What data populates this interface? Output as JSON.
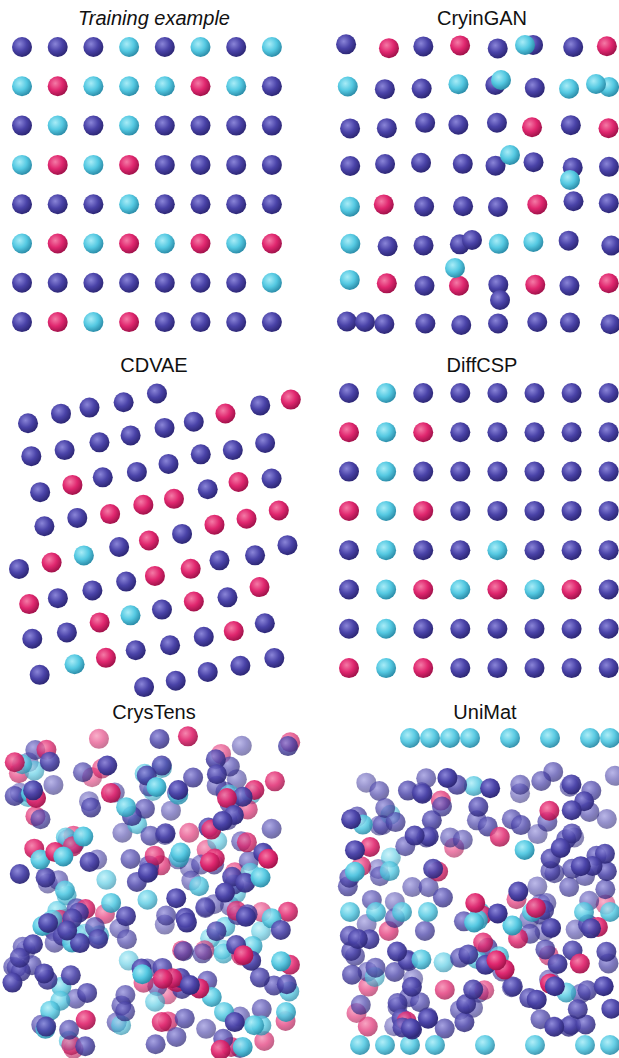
{
  "diagram": {
    "labels": [
      "Training example",
      "CryinGAN",
      "CDVAE",
      "DiffCSP",
      "CrysTens",
      "UniMat"
    ]
  }
}
